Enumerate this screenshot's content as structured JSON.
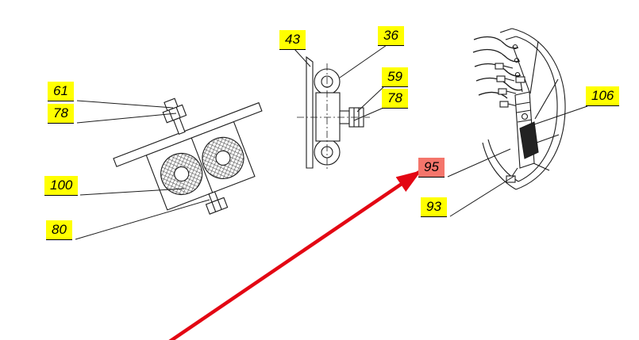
{
  "colors": {
    "label_yellow": "#ffff00",
    "label_red": "#f4756b",
    "arrow_red": "#e30613",
    "drawing_line": "#1c1c1c"
  },
  "labels": [
    {
      "text": "61",
      "highlight": "yellow"
    },
    {
      "text": "78",
      "highlight": "yellow"
    },
    {
      "text": "100",
      "highlight": "yellow"
    },
    {
      "text": "80",
      "highlight": "yellow"
    },
    {
      "text": "43",
      "highlight": "yellow"
    },
    {
      "text": "36",
      "highlight": "yellow"
    },
    {
      "text": "59",
      "highlight": "yellow"
    },
    {
      "text": "78",
      "highlight": "yellow"
    },
    {
      "text": "106",
      "highlight": "yellow"
    },
    {
      "text": "95",
      "highlight": "red"
    },
    {
      "text": "93",
      "highlight": "yellow"
    }
  ]
}
